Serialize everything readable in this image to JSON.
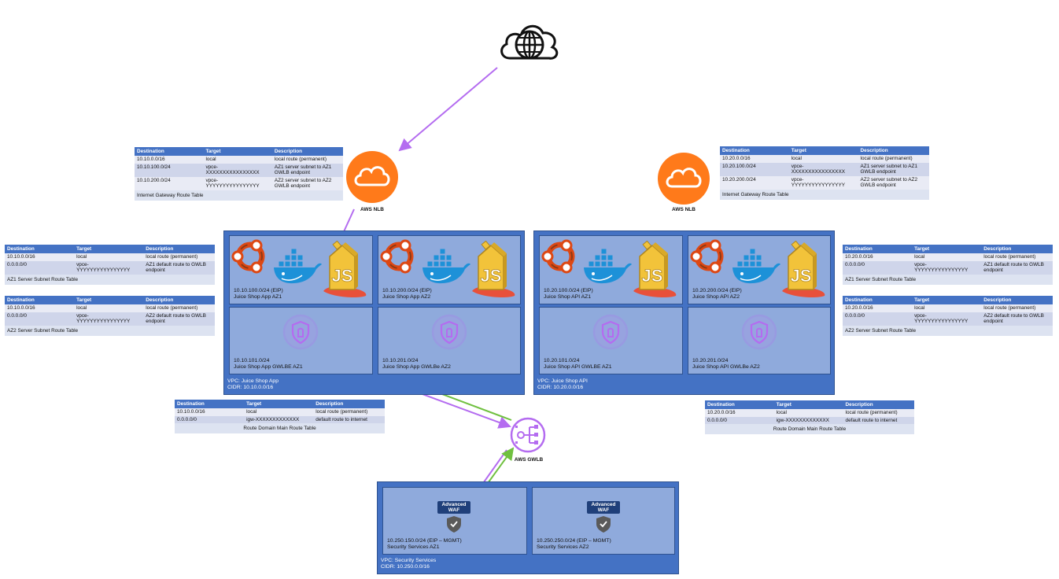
{
  "colors": {
    "vpc": "#4472c4",
    "subnet": "#8faadc",
    "table_header": "#4472c4",
    "aws_orange": "#ff7a1a",
    "purple": "#b46cf0",
    "green": "#70c040"
  },
  "nodes": {
    "nlb_left": "AWS NLB",
    "nlb_right": "AWS NLB",
    "gwlb": "AWS GWLB"
  },
  "route_tables": {
    "headers": [
      "Destination",
      "Target",
      "Description"
    ],
    "igw_left": {
      "caption": "Internet Gateway Route Table",
      "rows": [
        [
          "10.10.0.0/16",
          "local",
          "local route (permanent)"
        ],
        [
          "10.10.100.0/24",
          "vpce-XXXXXXXXXXXXXXXX",
          "AZ1 server subnet to AZ1 GWLB endpoint"
        ],
        [
          "10.10.200.0/24",
          "vpce-YYYYYYYYYYYYYYYY",
          "AZ2 server subnet to AZ2 GWLB endpoint"
        ]
      ]
    },
    "igw_right": {
      "caption": "Internet Gateway Route Table",
      "rows": [
        [
          "10.20.0.0/16",
          "local",
          "local route (permanent)"
        ],
        [
          "10.20.100.0/24",
          "vpce-XXXXXXXXXXXXXXXX",
          "AZ1 server subnet to AZ1 GWLB endpoint"
        ],
        [
          "10.20.200.0/24",
          "vpce-YYYYYYYYYYYYYYYY",
          "AZ2 server subnet to AZ2 GWLB endpoint"
        ]
      ]
    },
    "az1_left": {
      "caption": "AZ1 Server Subnet Route Table",
      "rows": [
        [
          "10.10.0.0/16",
          "local",
          "local route (permanent)"
        ],
        [
          "0.0.0.0/0",
          "vpce-YYYYYYYYYYYYYYYY",
          "AZ1 default route to GWLB endpoint"
        ]
      ]
    },
    "az2_left": {
      "caption": "AZ2 Server Subnet Route Table",
      "rows": [
        [
          "10.10.0.0/16",
          "local",
          "local route (permanent)"
        ],
        [
          "0.0.0.0/0",
          "vpce-YYYYYYYYYYYYYYYY",
          "AZ2 default route to GWLB endpoint"
        ]
      ]
    },
    "az1_right": {
      "caption": "AZ1 Server Subnet Route Table",
      "rows": [
        [
          "10.20.0.0/16",
          "local",
          "local route (permanent)"
        ],
        [
          "0.0.0.0/0",
          "vpce-YYYYYYYYYYYYYYYY",
          "AZ1 default route to GWLB endpoint"
        ]
      ]
    },
    "az2_right": {
      "caption": "AZ2 Server Subnet Route Table",
      "rows": [
        [
          "10.20.0.0/16",
          "local",
          "local route (permanent)"
        ],
        [
          "0.0.0.0/0",
          "vpce-YYYYYYYYYYYYYYYY",
          "AZ2 default route to GWLB endpoint"
        ]
      ]
    },
    "main_left": {
      "caption": "Route Domain Main Route Table",
      "rows": [
        [
          "10.10.0.0/16",
          "local",
          "local route (permanent)"
        ],
        [
          "0.0.0.0/0",
          "igw-XXXXXXXXXXXXX",
          "default route to internet"
        ]
      ]
    },
    "main_right": {
      "caption": "Route Domain Main Route Table",
      "rows": [
        [
          "10.20.0.0/16",
          "local",
          "local route (permanent)"
        ],
        [
          "0.0.0.0/0",
          "igw-XXXXXXXXXXXXX",
          "default route to internet"
        ]
      ]
    }
  },
  "vpcs": {
    "app": {
      "line1": "VPC: Juice Shop App",
      "line2": "CIDR: 10.10.0.0/16",
      "subnets": {
        "az1": {
          "line1": "10.10.100.0/24 (EIP)",
          "line2": "Juice Shop App AZ1"
        },
        "az2": {
          "line1": "10.10.200.0/24 (EIP)",
          "line2": "Juice Shop App AZ2"
        },
        "gwlbe1": {
          "line1": "10.10.101.0/24",
          "line2": "Juice Shop App GWLBE AZ1"
        },
        "gwlbe2": {
          "line1": "10.10.201.0/24",
          "line2": "Juice Shop App GWLBe AZ2"
        }
      }
    },
    "api": {
      "line1": "VPC: Juice Shop API",
      "line2": "CIDR: 10.20.0.0/16",
      "subnets": {
        "az1": {
          "line1": "10.20.100.0/24 (EIP)",
          "line2": "Juice Shop API AZ1"
        },
        "az2": {
          "line1": "10.20.200.0/24 (EIP)",
          "line2": "Juice Shop API AZ2"
        },
        "gwlbe1": {
          "line1": "10.20.101.0/24",
          "line2": "Juice Shop API GWLBE AZ1"
        },
        "gwlbe2": {
          "line1": "10.20.201.0/24",
          "line2": "Juice Shop API GWLBe AZ2"
        }
      }
    },
    "sec": {
      "line1": "VPC: Security Services",
      "line2": "CIDR: 10.250.0.0/16",
      "subnets": {
        "az1": {
          "line1": "10.250.150.0/24 (EIP – MGMT)",
          "line2": "Security Services AZ1"
        },
        "az2": {
          "line1": "10.250.250.0/24 (EIP – MGMT)",
          "line2": "Security Services AZ2"
        }
      }
    }
  },
  "waf_badge": {
    "line1": "Advanced",
    "line2": "WAF"
  },
  "icons": {
    "internet": "globe-cloud-icon",
    "nlb": "aws-cloud-icon",
    "gwlb": "load-balancer-icon",
    "gwlbe": "shield-endpoint-icon",
    "ubuntu": "ubuntu-icon",
    "docker": "docker-icon",
    "js": "juice-shop-icon",
    "waf": "waf-shield-icon"
  }
}
